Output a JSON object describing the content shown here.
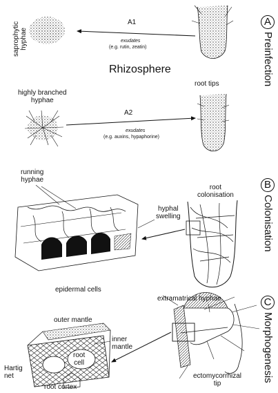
{
  "sections": [
    {
      "letter": "A",
      "title": "Preinfection"
    },
    {
      "letter": "B",
      "title": "Colonisation"
    },
    {
      "letter": "C",
      "title": "Morphogenesis"
    }
  ],
  "preinfection": {
    "saprophytic": "saprophytic\nhyphae",
    "a1_label": "A1",
    "a1_exudates": "exudates",
    "a1_examples": "(e.g. rutin, zeatin)",
    "rhizosphere": "Rhizosphere",
    "root_tips": "root tips",
    "highly_branched": "highly branched\nhyphae",
    "a2_label": "A2",
    "a2_exudates": "exudates",
    "a2_examples": "(e.g. auxins, hypaphorine)"
  },
  "colonisation": {
    "running_hyphae": "running\nhyphae",
    "hyphal_swelling": "hyphal\nswelling",
    "root_colonisation": "root\ncolonisation",
    "epidermal_cells": "epidermal cells"
  },
  "morphogenesis": {
    "outer_mantle": "outer mantle",
    "inner_mantle": "inner\nmantle",
    "root_cell": "root\ncell",
    "hartig_net": "Hartig\nnet",
    "root_cortex": "root cortex",
    "extramatrical": "extramatrical hyphae",
    "ectomycorrhizal_tip": "ectomycorrhizal\ntip"
  },
  "colors": {
    "ink": "#111111",
    "stipple": "#333333"
  }
}
